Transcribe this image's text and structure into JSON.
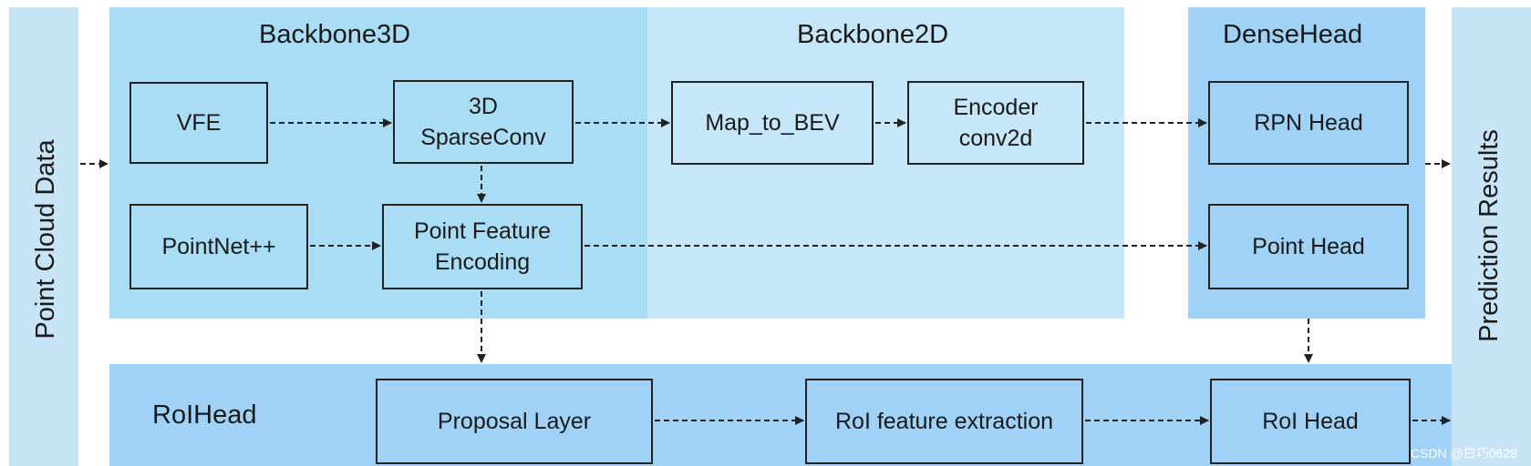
{
  "colors": {
    "side_panel": "#c6e4f6",
    "backbone3d": "#a9dcf5",
    "backbone2d": "#c6e6f9",
    "densehead": "#9fd2f6",
    "roihead": "#9fd2f6",
    "box_backbone3d": "#a9dcf5",
    "box_backbone2d": "#c6e6f9",
    "box_head": "#9fd2f6",
    "outline": "#222222",
    "arrow": "#222222"
  },
  "inputs": {
    "label": "Point Cloud Data"
  },
  "outputs": {
    "label": "Prediction Results"
  },
  "backbone3d": {
    "title": "Backbone3D",
    "vfe": "VFE",
    "sparseconv": "3D\nSparseConv",
    "pointnet": "PointNet++",
    "point_feature": "Point Feature\nEncoding"
  },
  "backbone2d": {
    "title": "Backbone2D",
    "map_to_bev": "Map_to_BEV",
    "encoder": "Encoder\nconv2d"
  },
  "densehead": {
    "title": "DenseHead",
    "rpn_head": "RPN Head",
    "point_head": "Point Head"
  },
  "roihead": {
    "title": "RoIHead",
    "proposal_layer": "Proposal Layer",
    "roi_feature": "RoI feature extraction",
    "roi_head": "RoI Head"
  },
  "watermark": "CSDN @白巧0628"
}
